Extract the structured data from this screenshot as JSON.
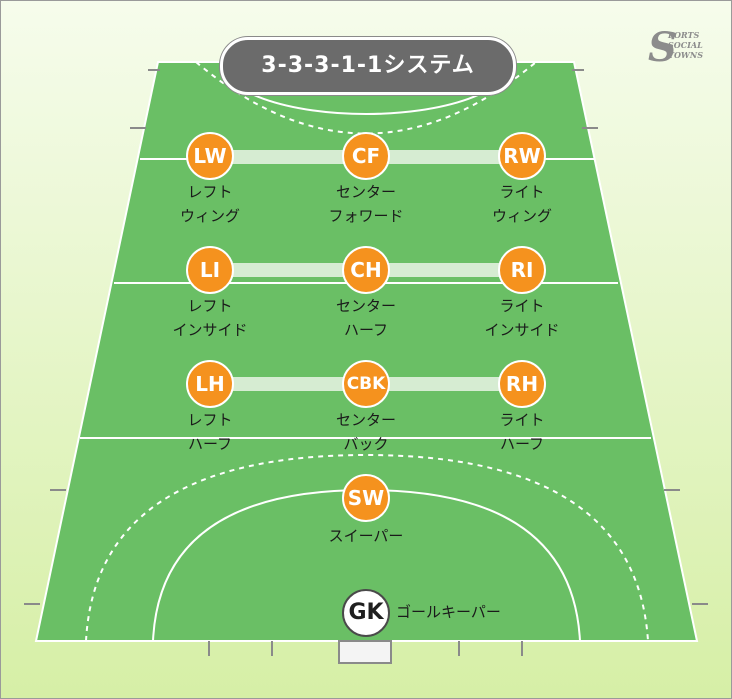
{
  "title": "3-3-3-1-1システム",
  "logo": {
    "letter": "S",
    "line1": "PORTS",
    "line2": "SOCIAL",
    "line3": "TOWNS"
  },
  "colors": {
    "background_top": "#f4fbe8",
    "background_bottom": "#d7f0a8",
    "field": "#6abf65",
    "lines": "#ffffff",
    "player": "#f5921e",
    "title_pill": "#6b6b6b",
    "link_bar": "#d6ecd2"
  },
  "players": {
    "lw": {
      "code": "LW",
      "label1": "レフト",
      "label2": "ウィング"
    },
    "cf": {
      "code": "CF",
      "label1": "センター",
      "label2": "フォワード"
    },
    "rw": {
      "code": "RW",
      "label1": "ライト",
      "label2": "ウィング"
    },
    "li": {
      "code": "LI",
      "label1": "レフト",
      "label2": "インサイド"
    },
    "ch": {
      "code": "CH",
      "label1": "センター",
      "label2": "ハーフ"
    },
    "ri": {
      "code": "RI",
      "label1": "ライト",
      "label2": "インサイド"
    },
    "lh": {
      "code": "LH",
      "label1": "レフト",
      "label2": "ハーフ"
    },
    "cbk": {
      "code": "CBK",
      "label1": "センター",
      "label2": "バック"
    },
    "rh": {
      "code": "RH",
      "label1": "ライト",
      "label2": "ハーフ"
    },
    "sw": {
      "code": "SW",
      "label1": "スイーパー"
    },
    "gk": {
      "code": "GK",
      "label1": "ゴールキーパー"
    }
  }
}
